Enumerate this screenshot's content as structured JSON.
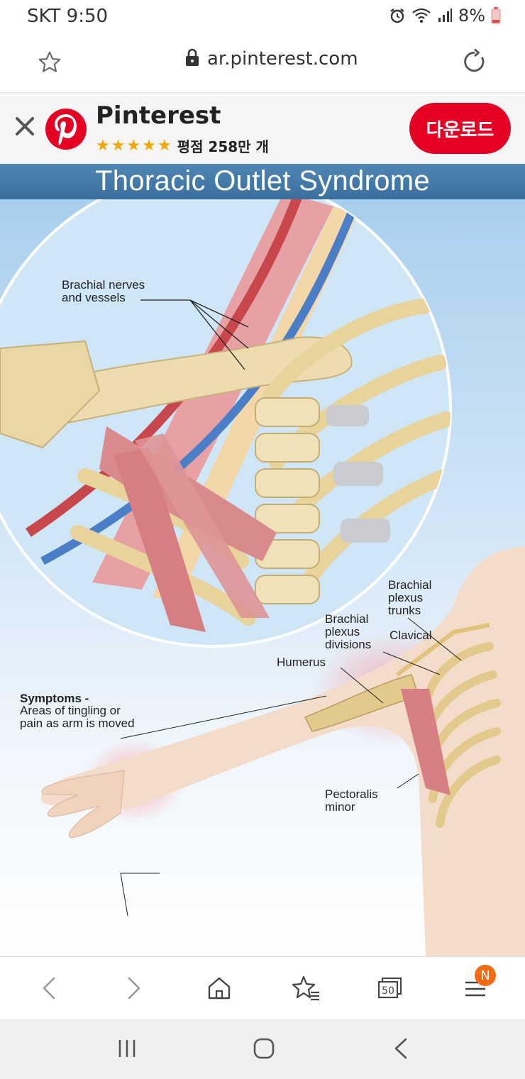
{
  "status_bar": {
    "carrier_time": "SKT 9:50",
    "battery": "8%",
    "icons": [
      "alarm-icon",
      "wifi-icon",
      "signal-icon",
      "battery-icon"
    ]
  },
  "address_bar": {
    "url": "ar.pinterest.com",
    "icons": [
      "star-icon",
      "lock-icon",
      "reload-icon"
    ]
  },
  "banner": {
    "app_name": "Pinterest",
    "rating_text": "평점 258만 개",
    "stars": 5,
    "download_label": "다운로드",
    "brand_color": "#e60023"
  },
  "illustration": {
    "title": "Thoracic Outlet Syndrome",
    "labels": {
      "brachial_nerves": "Brachial nerves\nand vessels",
      "brachial_trunks": "Brachial\nplexus\ntrunks",
      "brachial_divisions": "Brachial\nplexus\ndivisions",
      "clavical": "Clavical",
      "humerus": "Humerus",
      "symptoms_heading": "Symptoms -",
      "symptoms_text": "Areas of tingling or\npain as arm is moved",
      "pectoralis": "Pectoralis\nminor"
    }
  },
  "bottom_nav": {
    "tabs_count": "50",
    "badge": "N",
    "icons": [
      "back-icon",
      "forward-icon",
      "home-icon",
      "bookmarks-icon",
      "tabs-icon",
      "menu-icon"
    ]
  },
  "system_nav": {
    "icons": [
      "recent-apps-icon",
      "home-button-icon",
      "back-button-icon"
    ]
  }
}
